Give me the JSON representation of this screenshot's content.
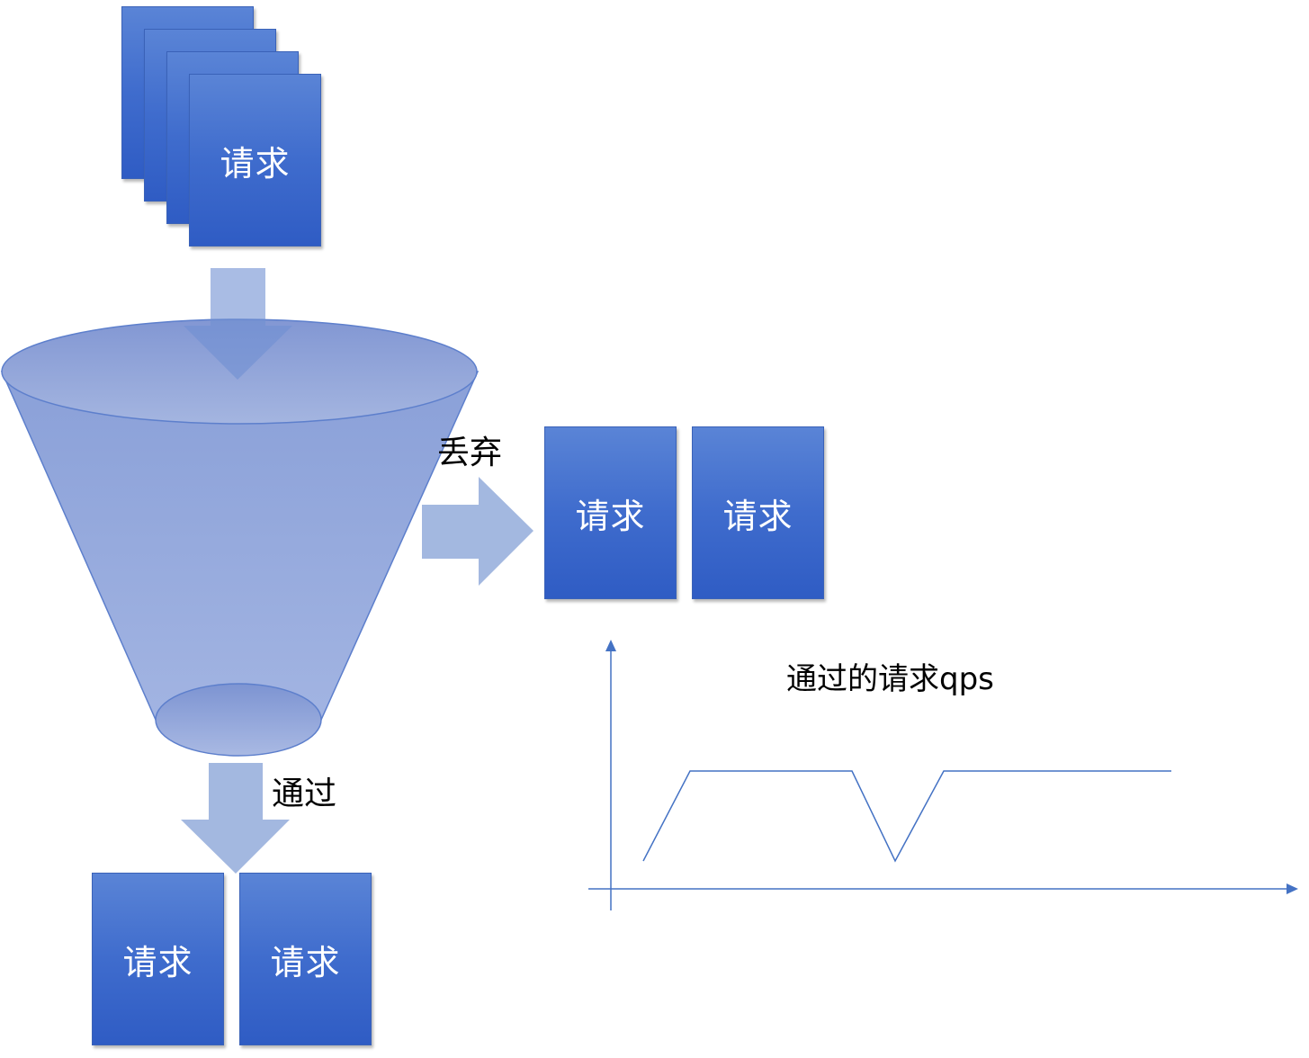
{
  "input_stack": {
    "card_label": "请求"
  },
  "discarded": {
    "label": "丢弃",
    "cards": [
      "请求",
      "请求"
    ]
  },
  "passed": {
    "label": "通过",
    "cards": [
      "请求",
      "请求"
    ]
  },
  "qps_chart": {
    "title": "通过的请求qps"
  },
  "colors": {
    "card_fill": "#4472c4",
    "funnel_fill": "#8ea5da",
    "arrow_fill": "#a3b8e0",
    "axis_line": "#4472c4"
  }
}
